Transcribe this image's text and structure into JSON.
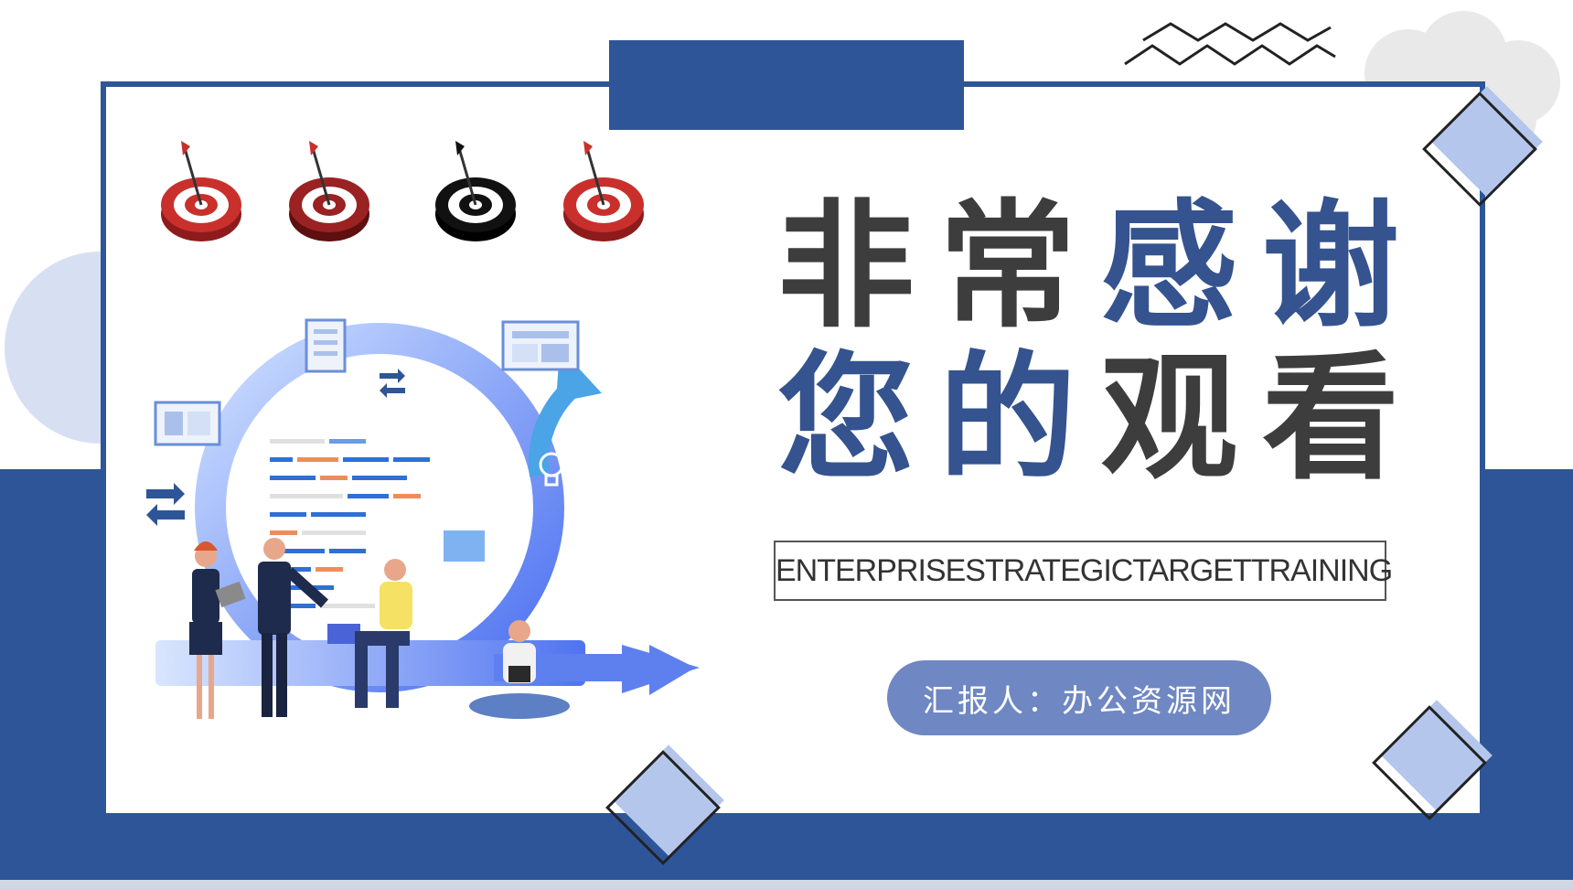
{
  "slide": {
    "title_line1": [
      "非",
      "常",
      "感",
      "谢"
    ],
    "title_line2": [
      "您",
      "的",
      "观",
      "看"
    ],
    "subtitle_words": [
      "ENTERPRISE",
      "STRATEGIC",
      "TARGET",
      "TRAINING"
    ],
    "reporter_label": "汇报人：办公资源网"
  },
  "colors": {
    "brand_blue": "#2e5597",
    "title_dark": "#3d3d3d",
    "title_blue": "#34538f",
    "pill_blue": "#6f87c2",
    "diamond_fill": "#b4c6eb"
  },
  "icons": [
    "dartboard-icon",
    "monitor-icon",
    "lightbulb-icon",
    "transfer-arrows-icon",
    "zigzag-icon",
    "cloud-icon",
    "diamond-icon"
  ]
}
